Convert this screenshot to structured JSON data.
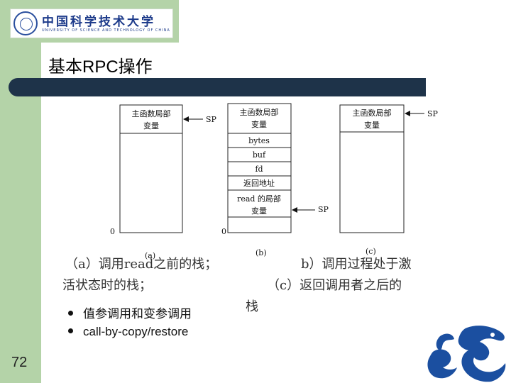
{
  "slide": {
    "title": "基本RPC操作",
    "page_number": "72",
    "logo": {
      "cn": "中国科学技术大学",
      "en": "UNIVERSITY OF SCIENCE AND TECHNOLOGY OF CHINA"
    },
    "colors": {
      "sidebar": "#b4d3a8",
      "title_bar": "#1e3349",
      "dragon": "#1b4fa0"
    },
    "figure": {
      "stack_a": {
        "top_box": [
          "主函数局部",
          "变量"
        ],
        "pointer": "SP",
        "bottom_label": "0",
        "caption": "(a)"
      },
      "stack_b": {
        "cells": [
          [
            "主函数局部",
            "变量"
          ],
          [
            "bytes"
          ],
          [
            "buf"
          ],
          [
            "fd"
          ],
          [
            "返回地址"
          ],
          [
            "read 的局部",
            "变量"
          ]
        ],
        "pointer": "SP",
        "bottom_label": "0",
        "caption": "(b)"
      },
      "stack_c": {
        "top_box": [
          "主函数局部",
          "变量"
        ],
        "pointer": "SP",
        "caption": "(c)"
      }
    },
    "caption": {
      "line1a": "（a）调用read之前的栈；",
      "line1b": "b）调用过程处于激",
      "line2a": "活状态时的栈；",
      "line2b": "（c）返回调用者之后的",
      "line3": "栈"
    },
    "bullets": [
      "值参调用和变参调用",
      "call-by-copy/restore"
    ]
  }
}
